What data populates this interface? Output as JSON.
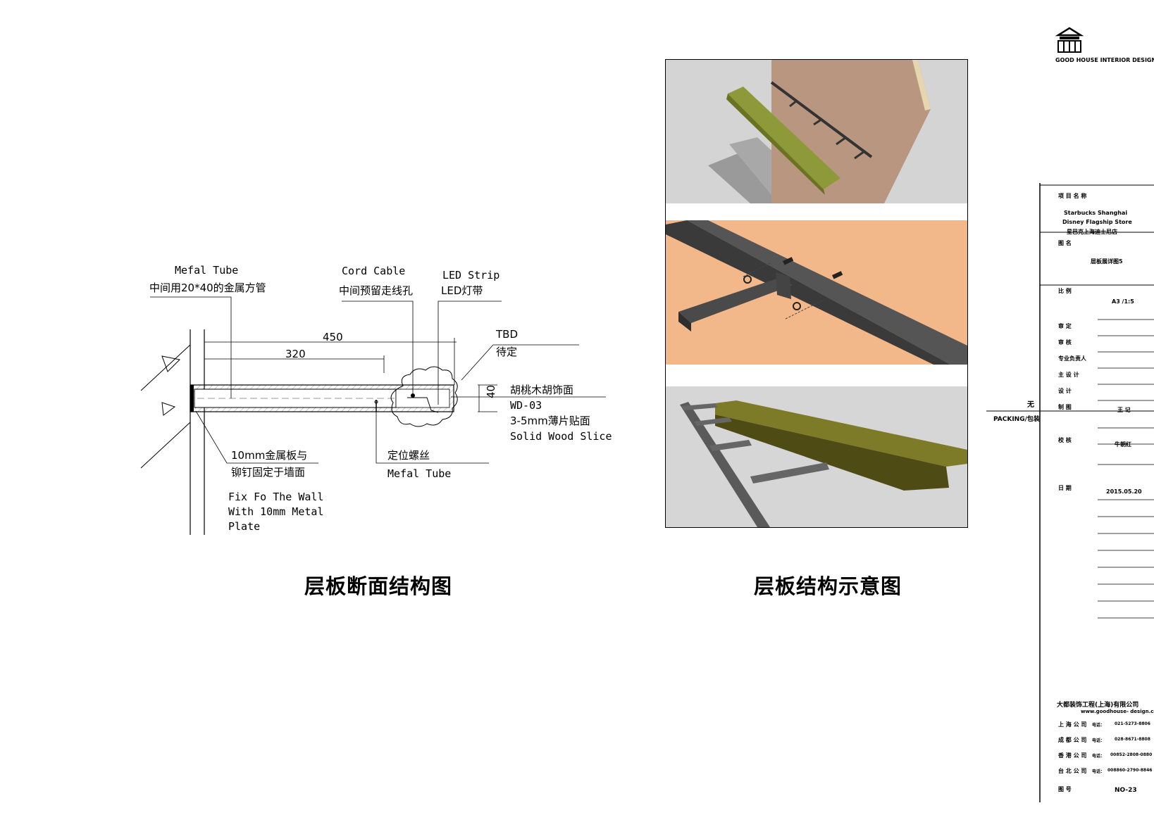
{
  "logo": {
    "caption": "GOOD HOUSE INTERIOR DESIGN"
  },
  "section": {
    "metal_tube_en": "Mefal Tube",
    "metal_tube_cn": "中间用20*40的金属方管",
    "cord_cable_en": "Cord Cable",
    "cord_cable_cn": "中间预留走线孔",
    "led_en": "LED Strip",
    "led_cn": "LED灯带",
    "tbd_en": "TBD",
    "tbd_cn": "待定",
    "dim_450": "450",
    "dim_320": "320",
    "dim_40": "40",
    "walnut_cn": "胡桃木胡饰面",
    "walnut_code": "WD-03",
    "walnut_thk": "3-5mm薄片贴面",
    "walnut_en": "Solid Wood Slice",
    "plate_cn1": "10mm金属板与",
    "plate_cn2": "铆钉固定于墙面",
    "plate_en1": "Fix Fo The Wall",
    "plate_en2": "With 10mm Metal",
    "plate_en3": "Plate",
    "screw_cn": "定位螺丝",
    "screw_en": "Mefal Tube"
  },
  "captions": {
    "section": "层板断面结构图",
    "structure": "层板结构示意图"
  },
  "title_block": {
    "project_label": "项 目 名 称",
    "project_en1": "Starbucks Shanghai",
    "project_en2": "Disney Flagship Store",
    "project_cn": "星巴克上海迪士尼店",
    "drawing_label": "图        名",
    "drawing_name": "层板展详图5",
    "scale_label": "比        例",
    "scale_value": "A3 /1:5",
    "review_label": "审        定",
    "check_label": "审        核",
    "charge_label": "专业负责人",
    "chief_label": "主  设  计",
    "design_label": "设        计",
    "draw_label": "制        图",
    "draw_value": "王  记",
    "verify_label": "校        核",
    "verify_value": "牛朝红",
    "date_label": "日        期",
    "date_value": "2015.05.20",
    "side_note_cn": "无",
    "side_note_en": "PACKING/包装",
    "company_name": "大都装饰工程(上海)有限公司",
    "company_web": "www.goodhouse- design.com",
    "offices": [
      {
        "name": "上 海 公 司",
        "tel_label": "电话：",
        "tel": "021-5273-8806"
      },
      {
        "name": "成 都 公 司",
        "tel_label": "电话：",
        "tel": "028-8671-8808"
      },
      {
        "name": "香 港 公 司",
        "tel_label": "电话：",
        "tel": "00852-2808-0880"
      },
      {
        "name": "台 北 公 司",
        "tel_label": "电话：",
        "tel": "008860-2790-8846"
      }
    ],
    "sheet_label": "图        号",
    "sheet_value": "NO-23"
  }
}
